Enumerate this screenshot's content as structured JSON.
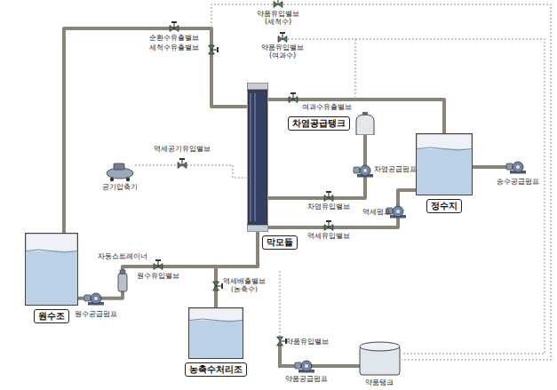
{
  "diagram": {
    "nodes": [
      {
        "text": [
          "막모듈"
        ]
      },
      {
        "text": [
          "차염공급탱크"
        ]
      },
      {
        "text": [
          "정수지"
        ]
      },
      {
        "text": [
          "원수조"
        ]
      },
      {
        "text": [
          "농축수처리조"
        ]
      }
    ],
    "edges": [
      {
        "from": 3,
        "to": 0,
        "arrow": "none"
      },
      {
        "from": 0,
        "to": 2,
        "arrow": "none"
      },
      {
        "from": 0,
        "to": 3,
        "arrow": "none"
      },
      {
        "from": 0,
        "to": 4,
        "arrow": "none"
      },
      {
        "from": 1,
        "to": 0,
        "arrow": "none"
      },
      {
        "from": 2,
        "to": 0,
        "arrow": "none"
      }
    ],
    "labels": [
      "약품유입밸브 (세척수)",
      "약품유입밸브 (여과수)",
      "순환수유출밸브",
      "세척수유출밸브",
      "여과수유출밸브",
      "차염공급펌프",
      "송수공급펌프",
      "역세공기유입밸브",
      "공기압축기",
      "차염유입밸브",
      "역세유입밸브",
      "역세펌프",
      "원수유입밸브",
      "자동스트레이너",
      "원수공급펌프",
      "역세배출밸브 (농축수)",
      "약품유입밸브",
      "약품공급펌프",
      "약품탱크"
    ]
  }
}
